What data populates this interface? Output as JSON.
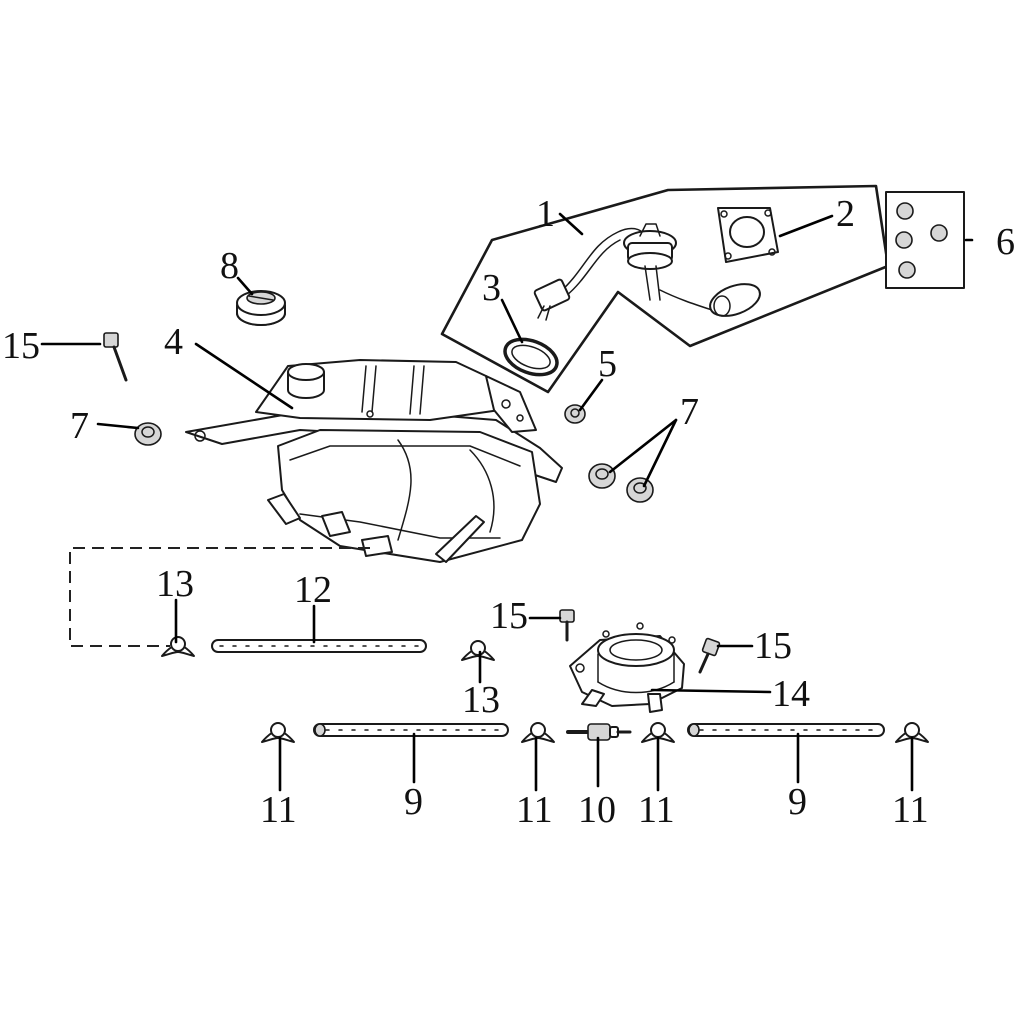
{
  "diagram": {
    "callouts": {
      "c1": "1",
      "c2": "2",
      "c3": "3",
      "c4": "4",
      "c5": "5",
      "c6": "6",
      "c7a": "7",
      "c7b": "7",
      "c8": "8",
      "c9a": "9",
      "c9b": "9",
      "c10": "10",
      "c11a": "11",
      "c11b": "11",
      "c11c": "11",
      "c11d": "11",
      "c12": "12",
      "c13a": "13",
      "c13b": "13",
      "c14": "14",
      "c15a": "15",
      "c15b": "15",
      "c15c": "15"
    }
  }
}
